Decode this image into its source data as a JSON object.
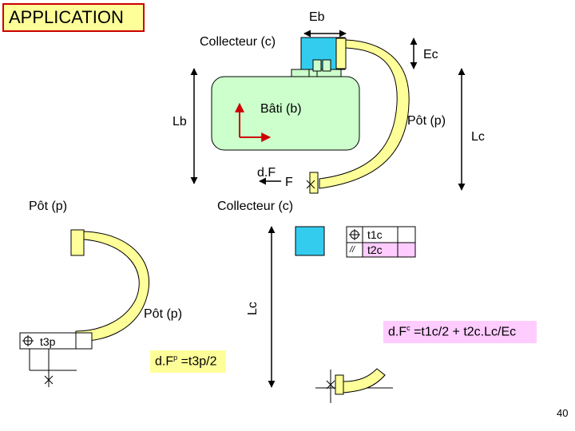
{
  "title": "APPLICATION",
  "labels": {
    "eb": "Eb",
    "collecteur_top": "Collecteur (c)",
    "ec": "Ec",
    "lb": "Lb",
    "bati": "Bâti (b)",
    "pot_top": "Pôt (p)",
    "lc_top": "Lc",
    "df": "d.F",
    "f": "F",
    "pot_left": "Pôt (p)",
    "collecteur_mid": "Collecteur (c)",
    "t1c": "t1c",
    "t2c": "t2c",
    "parallel_symbol": "//",
    "pot_bottom": "Pôt (p)",
    "lc_bottom": "Lc",
    "t3p": "t3p",
    "dfc_formula_prefix": "d.F",
    "dfc_sup": "c",
    "dfc_formula_rest": " =t1c/2 + t2c.Lc/Ec",
    "dfp_formula_prefix": "d.F",
    "dfp_sup": "p",
    "dfp_formula_rest": " =t3p/2"
  },
  "page_number": "40",
  "colors": {
    "title_bg": "#ffff99",
    "title_border": "#cc0000",
    "bati_fill": "#ccffcc",
    "collector_fill": "#33ccee",
    "pot_fill": "#ffff99",
    "tolerance_cell": "#ffccff",
    "formula_bg": "#ffccff",
    "formula_dfp_bg": "#ffff99",
    "axis_red": "#cc0000",
    "small_block": "#ccffcc"
  }
}
